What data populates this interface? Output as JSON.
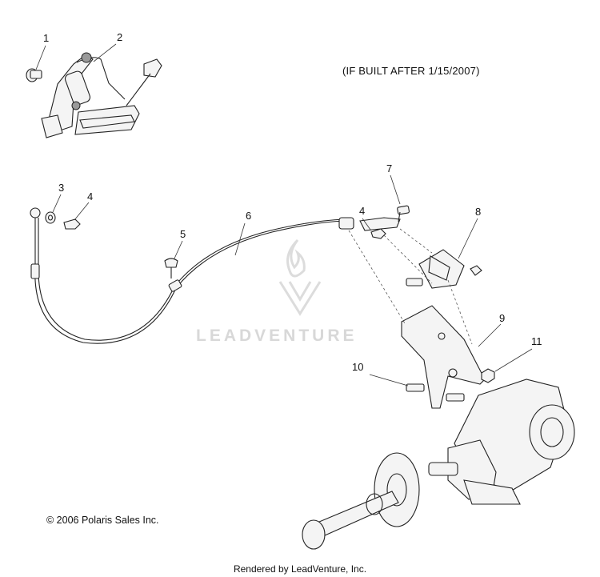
{
  "note": "(IF BUILT AFTER 1/15/2007)",
  "copyright": "© 2006 Polaris Sales Inc.",
  "watermark": "LEADVENTURE",
  "footer": "Rendered by LeadVenture, Inc.",
  "callouts": [
    "1",
    "2",
    "3",
    "4",
    "4",
    "5",
    "6",
    "7",
    "8",
    "9",
    "10",
    "11"
  ]
}
